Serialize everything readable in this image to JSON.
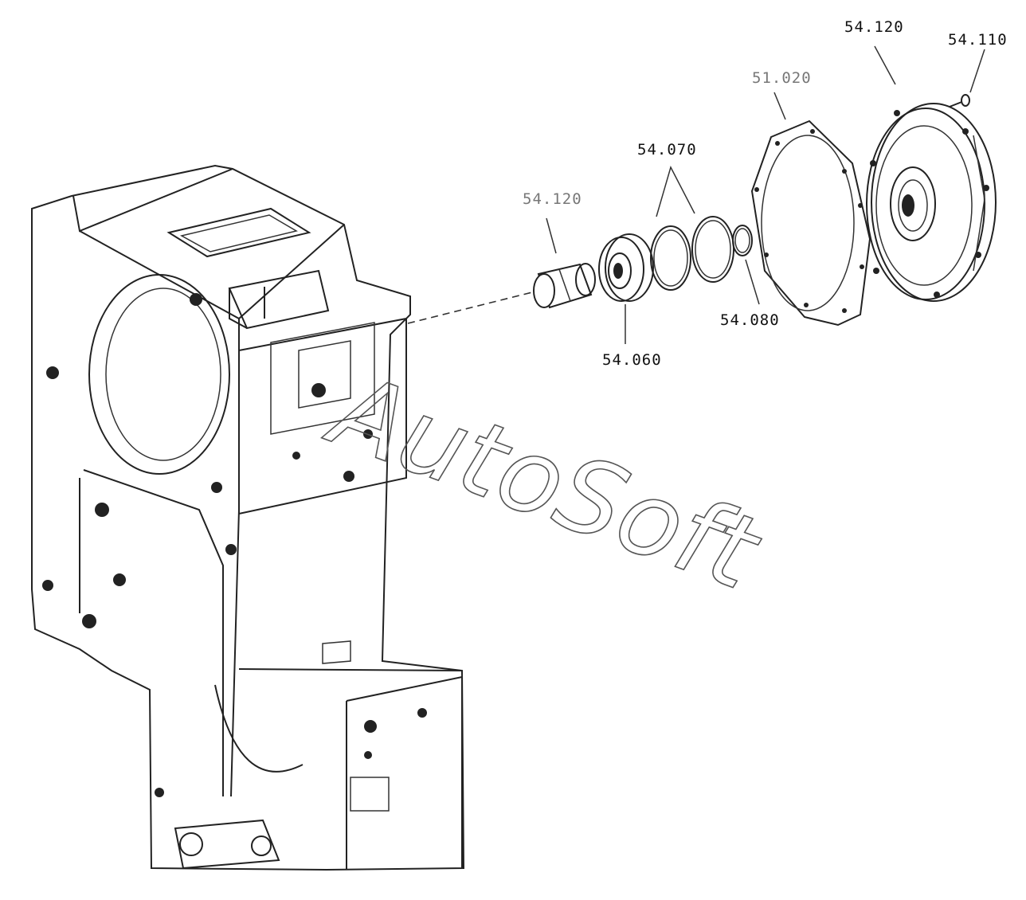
{
  "labels": {
    "cover": "54.120",
    "screw": "54.110",
    "gasket": "51.020",
    "shims": "54.070",
    "sleeve": "54.120",
    "circlip": "54.080",
    "bearing": "54.060"
  },
  "watermark": "AutoSoft"
}
